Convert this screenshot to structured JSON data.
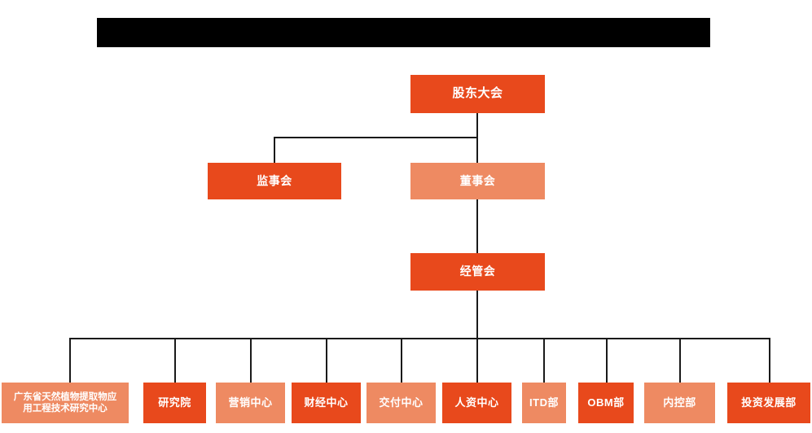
{
  "chart_data": {
    "type": "diagram",
    "diagram_kind": "organization-chart",
    "title_bar": {
      "label": "",
      "redacted": true
    },
    "palette": {
      "background": "#ffffff",
      "accent_dark": "#e8491c",
      "accent_light": "#ee8a62",
      "connector": "#1a1a1a",
      "text": "#ffffff",
      "redaction": "#000000"
    },
    "levels": [
      {
        "level": 1,
        "nodes": [
          "股东大会"
        ]
      },
      {
        "level": 2,
        "nodes": [
          "监事会",
          "董事会"
        ]
      },
      {
        "level": 3,
        "nodes": [
          "经管会"
        ]
      },
      {
        "level": 4,
        "nodes": [
          "广东省天然植物提取物应用工程技术研究中心",
          "研究院",
          "营销中心",
          "财经中心",
          "交付中心",
          "人资中心",
          "ITD部",
          "OBM部",
          "内控部",
          "投资发展部"
        ]
      }
    ],
    "edges": [
      {
        "from": "股东大会",
        "to": "监事会"
      },
      {
        "from": "股东大会",
        "to": "董事会"
      },
      {
        "from": "董事会",
        "to": "经管会"
      },
      {
        "from": "经管会",
        "to": "广东省天然植物提取物应用工程技术研究中心"
      },
      {
        "from": "经管会",
        "to": "研究院"
      },
      {
        "from": "经管会",
        "to": "营销中心"
      },
      {
        "from": "经管会",
        "to": "财经中心"
      },
      {
        "from": "经管会",
        "to": "交付中心"
      },
      {
        "from": "经管会",
        "to": "人资中心"
      },
      {
        "from": "经管会",
        "to": "ITD部"
      },
      {
        "from": "经管会",
        "to": "OBM部"
      },
      {
        "from": "经管会",
        "to": "内控部"
      },
      {
        "from": "经管会",
        "to": "投资发展部"
      }
    ]
  },
  "nodes": {
    "shareholders_meeting": "股东大会",
    "supervisory_board": "监事会",
    "board_of_directors": "董事会",
    "management_committee": "经管会",
    "research_center": "广东省天然植物提取物应\n用工程技术研究中心",
    "research_institute": "研究院",
    "marketing_center": "营销中心",
    "finance_center": "财经中心",
    "delivery_center": "交付中心",
    "hr_center": "人资中心",
    "itd_department": "ITD部",
    "obm_department": "OBM部",
    "internal_control_department": "内控部",
    "investment_development_department": "投资发展部"
  }
}
